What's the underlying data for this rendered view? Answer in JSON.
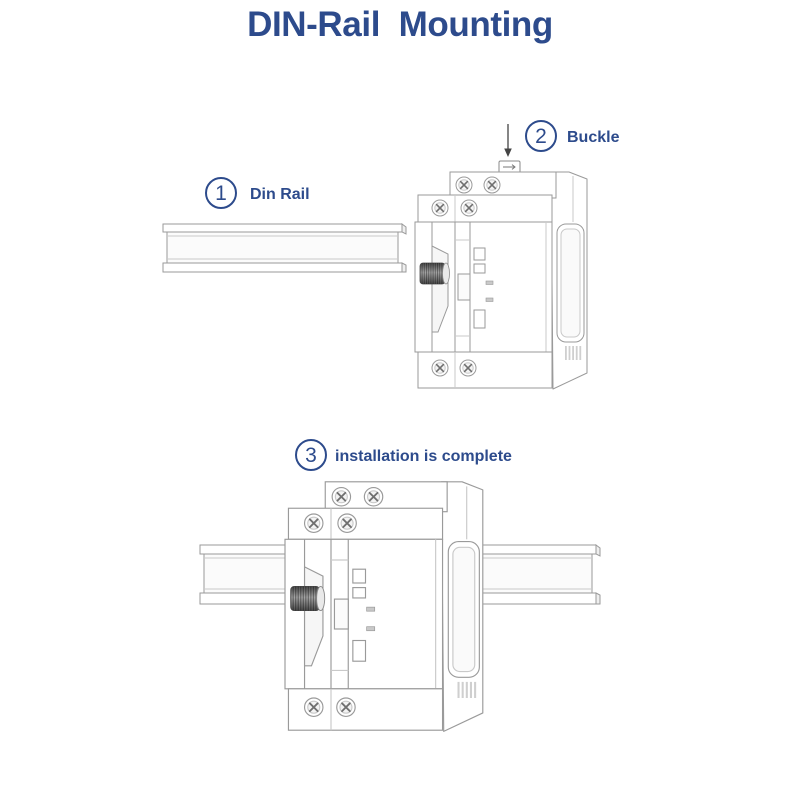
{
  "title": "DIN-Rail  Mounting",
  "steps": [
    {
      "number": "1",
      "label": "Din Rail"
    },
    {
      "number": "2",
      "label": "Buckle"
    },
    {
      "number": "3",
      "label": "installation is complete"
    }
  ],
  "icons": {
    "step_marker": "circled-number-icon",
    "arrow": "arrow-down-icon",
    "screw": "screw-terminal-icon",
    "knob": "knurled-knob-icon",
    "buckle": "buckle-tab-icon"
  },
  "colors": {
    "accent": "#2d4b8c",
    "outline": "#9a9a9a",
    "outline_light": "#c9c9c9",
    "screw_slot": "#6f6f6f",
    "arrow": "#444444",
    "knob_dark": "#4c4c4c",
    "knob_light": "#a6a6a6"
  }
}
